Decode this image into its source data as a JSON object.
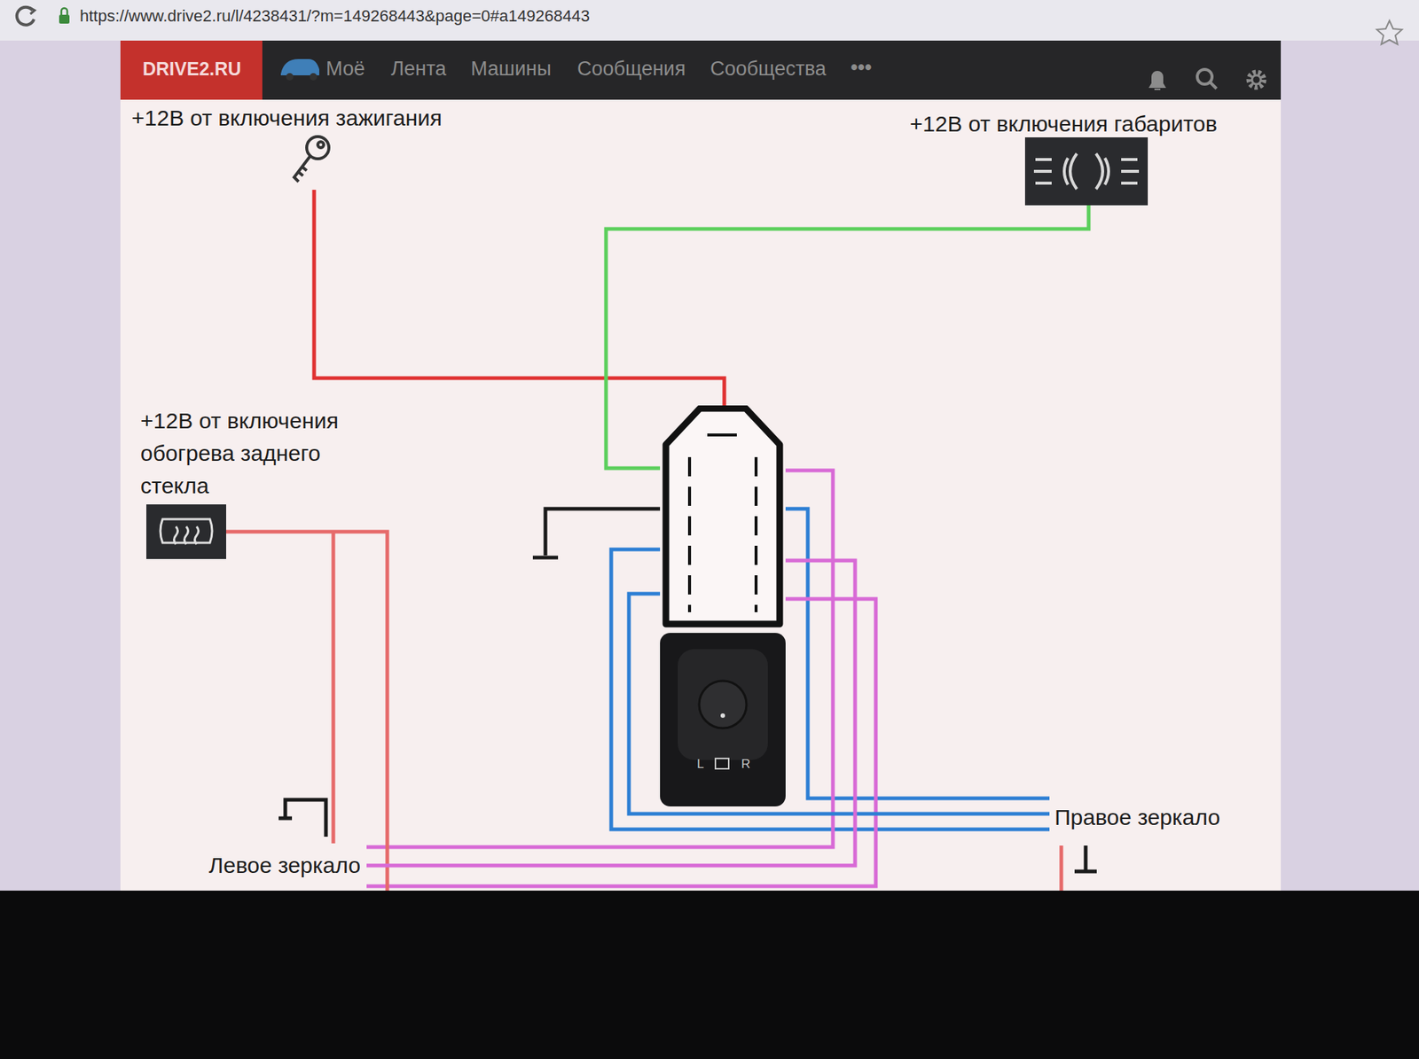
{
  "diagram": {
    "nodes": [
      {
        "text": [
          "+12В от включения зажигания"
        ]
      },
      {
        "text": [
          "+12В от включения габаритов"
        ]
      },
      {
        "text": [
          "+12В от включения обогрева заднего стекла"
        ]
      },
      {
        "text": [
          "L",
          "R"
        ]
      },
      {
        "text": [
          "Правое зеркало"
        ]
      },
      {
        "text": [
          "Левое зеркало"
        ]
      }
    ],
    "edges": [
      {
        "from": 0,
        "to": 3,
        "arrow": "none"
      },
      {
        "from": 1,
        "to": 3,
        "arrow": "none"
      },
      {
        "from": 2,
        "to": 5,
        "arrow": "none"
      },
      {
        "from": 3,
        "to": 4,
        "arrow": "none"
      },
      {
        "from": 3,
        "to": 5,
        "arrow": "none"
      }
    ],
    "labels": [
      "https://www.drive2.ru/l/4238431/?m=149268443&page=0#a149268443",
      "DRIVE2.RU",
      "Моё",
      "Лента",
      "Машины",
      "Сообщения",
      "Сообщества",
      "•••"
    ]
  }
}
